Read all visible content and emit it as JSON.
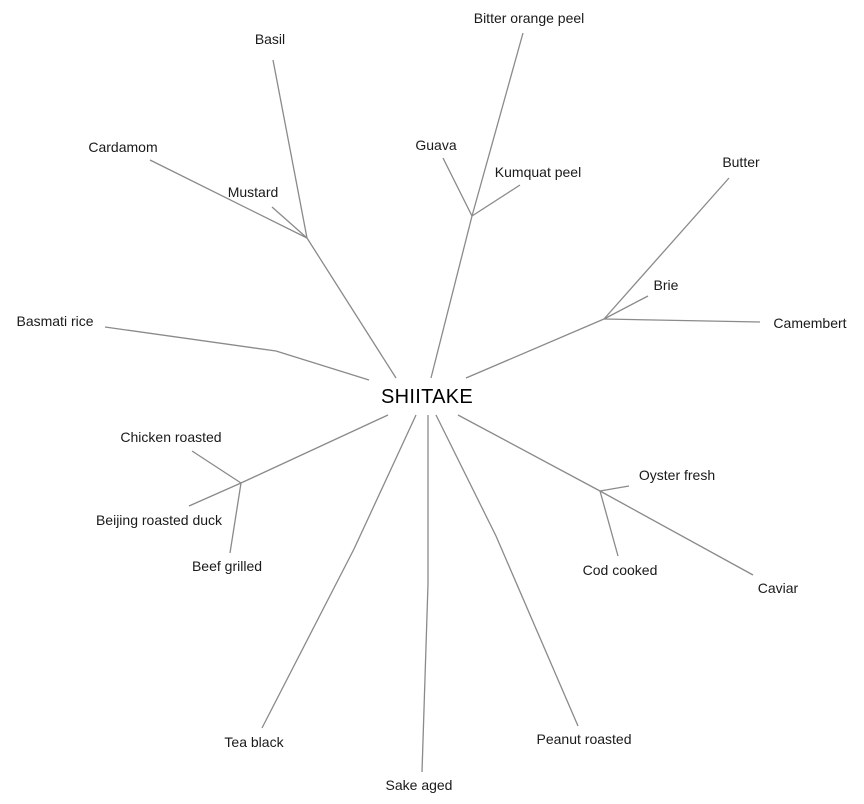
{
  "center": {
    "label": "SHIITAKE"
  },
  "leaves": {
    "basil": "Basil",
    "bitter_orange_peel": "Bitter orange peel",
    "cardamom": "Cardamom",
    "guava": "Guava",
    "kumquat_peel": "Kumquat peel",
    "mustard": "Mustard",
    "butter": "Butter",
    "brie": "Brie",
    "camembert": "Camembert",
    "basmati_rice": "Basmati rice",
    "chicken_roasted": "Chicken roasted",
    "beijing_roasted_duck": "Beijing roasted duck",
    "beef_grilled": "Beef grilled",
    "oyster_fresh": "Oyster fresh",
    "cod_cooked": "Cod cooked",
    "caviar": "Caviar",
    "tea_black": "Tea black",
    "sake_aged": "Sake aged",
    "peanut_roasted": "Peanut roasted"
  }
}
